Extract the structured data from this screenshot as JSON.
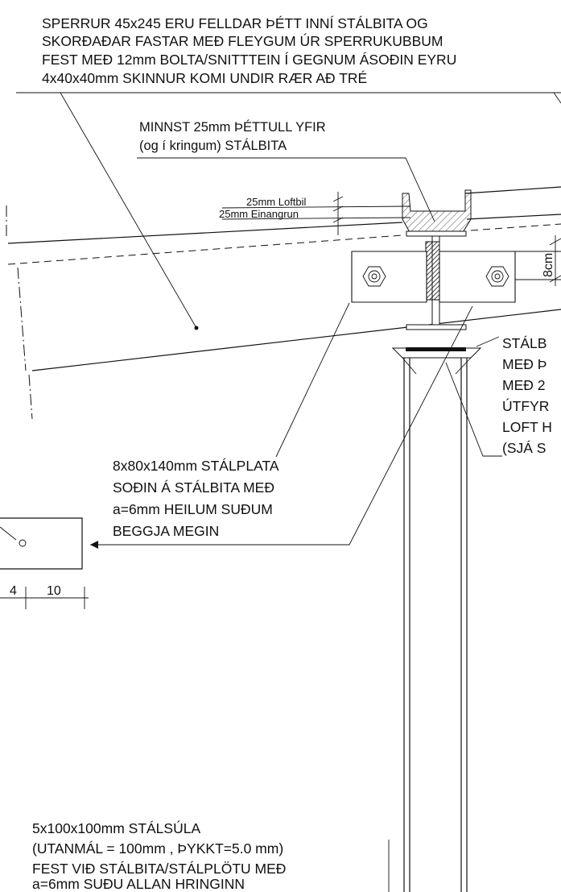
{
  "labels": {
    "rafter_note": [
      "SPERRUR 45x245  ERU FELLDAR ÞÉTT INNÍ STÁLBITA OG",
      "SKORÐAÐAR  FASTAR MEÐ FLEYGUM ÚR SPERRUKUBBUM",
      "FEST MEÐ 12mm BOLTA/SNITTTEIN Í GEGNUM ÁSOÐIN EYRU",
      "4x40x40mm SKINNUR KOMI UNDIR RÆR AÐ TRÉ"
    ],
    "insulation_note": [
      "MINNST 25mm ÞÉTTULL YFIR",
      "(og í kringum) STÁLBITA"
    ],
    "loftbil": "25mm Loftbil",
    "einangrun": "25mm Einangrun",
    "dim_8cm": "8cm",
    "beam_note": [
      "STÁLB",
      "MEÐ Þ",
      "MEÐ  2",
      "ÚTFYR",
      "LOFT H",
      "(SJÁ S"
    ],
    "plate_note": [
      "8x80x140mm STÁLPLATA",
      "SOÐIN Á STÁLBITA MEÐ",
      "a=6mm HEILUM SUÐUM",
      "BEGGJA MEGIN"
    ],
    "dim_4": "4",
    "dim_10": "10",
    "column_note": [
      "5x100x100mm STÁLSÚLA",
      "(UTANMÁL = 100mm , ÞYKKT=5.0 mm)",
      "FEST VIÐ STÁLBITA/STÁLPLÖTU MEÐ",
      "a=6mm SUÐU ALLAN HRINGINN"
    ]
  }
}
